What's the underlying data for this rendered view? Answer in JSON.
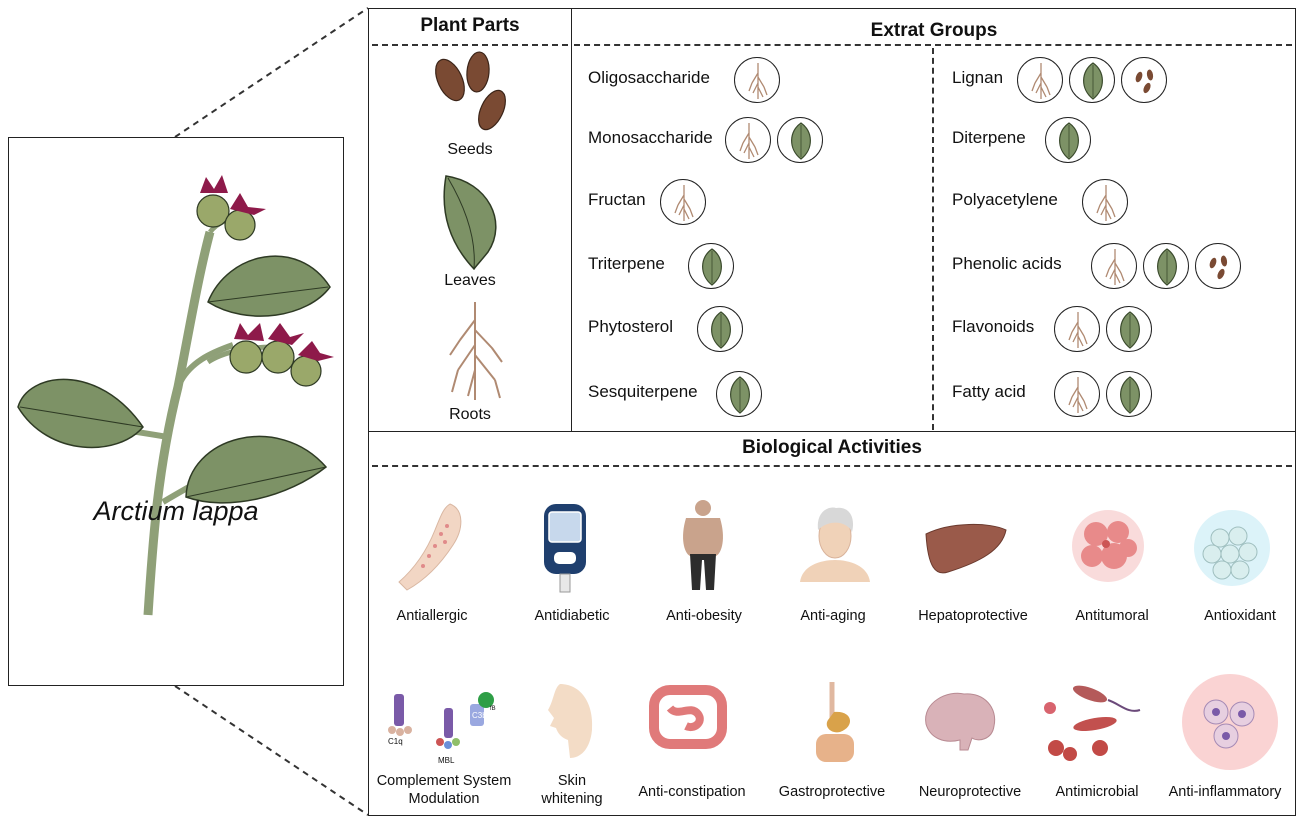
{
  "species": "Arctium lappa",
  "plant_parts": {
    "header": "Plant Parts",
    "items": [
      {
        "label": "Seeds",
        "icon": "seeds-icon"
      },
      {
        "label": "Leaves",
        "icon": "leaf-icon"
      },
      {
        "label": "Roots",
        "icon": "root-icon"
      }
    ]
  },
  "extract_groups": {
    "header": "Extrat Groups",
    "left": [
      {
        "label": "Oligosaccharide",
        "parts": [
          "root"
        ]
      },
      {
        "label": "Monosaccharide",
        "parts": [
          "root",
          "leaf"
        ]
      },
      {
        "label": "Fructan",
        "parts": [
          "root"
        ]
      },
      {
        "label": "Triterpene",
        "parts": [
          "leaf"
        ]
      },
      {
        "label": "Phytosterol",
        "parts": [
          "leaf"
        ]
      },
      {
        "label": "Sesquiterpene",
        "parts": [
          "leaf"
        ]
      }
    ],
    "right": [
      {
        "label": "Lignan",
        "parts": [
          "root",
          "leaf",
          "seed"
        ]
      },
      {
        "label": "Diterpene",
        "parts": [
          "leaf"
        ]
      },
      {
        "label": "Polyacetylene",
        "parts": [
          "root"
        ]
      },
      {
        "label": "Phenolic acids",
        "parts": [
          "root",
          "leaf",
          "seed"
        ]
      },
      {
        "label": "Flavonoids",
        "parts": [
          "root",
          "leaf"
        ]
      },
      {
        "label": "Fatty acid",
        "parts": [
          "root",
          "leaf"
        ]
      }
    ]
  },
  "biological_activities": {
    "header": "Biological Activities",
    "row1": [
      {
        "label": "Antiallergic",
        "icon": "arm-rash-icon"
      },
      {
        "label": "Antidiabetic",
        "icon": "glucometer-icon"
      },
      {
        "label": "Anti-obesity",
        "icon": "obese-person-icon"
      },
      {
        "label": "Anti-aging",
        "icon": "elderly-face-icon"
      },
      {
        "label": "Hepatoprotective",
        "icon": "liver-icon"
      },
      {
        "label": "Antitumoral",
        "icon": "tumor-cells-icon"
      },
      {
        "label": "Antioxidant",
        "icon": "cells-glow-icon"
      }
    ],
    "row2": [
      {
        "label": "Complement System Modulation",
        "icon": "complement-proteins-icon",
        "sublabels": [
          "C1q",
          "MBL",
          "C3b",
          "fB"
        ]
      },
      {
        "label": "Skin whitening",
        "icon": "face-profile-icon"
      },
      {
        "label": "Anti-constipation",
        "icon": "intestine-icon"
      },
      {
        "label": "Gastroprotective",
        "icon": "digestive-system-icon"
      },
      {
        "label": "Neuroprotective",
        "icon": "brain-icon"
      },
      {
        "label": "Antimicrobial",
        "icon": "microbes-icon"
      },
      {
        "label": "Anti-inflammatory",
        "icon": "inflammatory-cells-icon"
      }
    ]
  },
  "colors": {
    "leaf": "#7d9266",
    "seed": "#7a4a33",
    "root": "#b08a72",
    "flower": "#8e1a4a",
    "stem": "#8fa078"
  }
}
